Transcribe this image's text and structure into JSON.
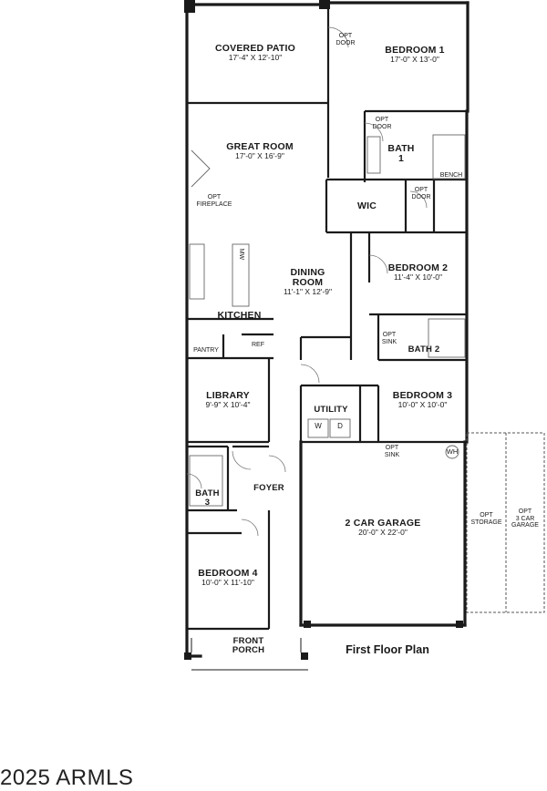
{
  "plan_title": "First Floor Plan",
  "watermark": "2025 ARMLS",
  "rooms": {
    "covered_patio": {
      "name": "COVERED PATIO",
      "dims": "17'-4\" X 12'-10\""
    },
    "bedroom1": {
      "name": "BEDROOM 1",
      "dims": "17'-0\" X 13'-0\""
    },
    "great_room": {
      "name": "GREAT ROOM",
      "dims": "17'-0\" X 16'-9\""
    },
    "bath1": {
      "name": "BATH",
      "num": "1"
    },
    "wic": {
      "name": "WIC"
    },
    "bedroom2": {
      "name": "BEDROOM 2",
      "dims": "11'-4\" X 10'-0\""
    },
    "dining": {
      "name1": "DINING",
      "name2": "ROOM",
      "dims": "11'-1\" X 12'-9\""
    },
    "kitchen": {
      "name": "KITCHEN"
    },
    "pantry": {
      "name": "PANTRY"
    },
    "refrigerator": {
      "name": "REF"
    },
    "bath2": {
      "name": "BATH 2"
    },
    "library": {
      "name": "LIBRARY",
      "dims": "9'-9\" X 10'-4\""
    },
    "utility": {
      "name": "UTILITY",
      "washer": "W",
      "dryer": "D"
    },
    "bedroom3": {
      "name": "BEDROOM 3",
      "dims": "10'-0\" X 10'-0\""
    },
    "foyer": {
      "name": "FOYER"
    },
    "bath3": {
      "name": "BATH",
      "num": "3"
    },
    "garage": {
      "name": "2 CAR GARAGE",
      "dims": "20'-0\" X 22'-0\""
    },
    "water_heater": {
      "name": "WH"
    },
    "bedroom4": {
      "name": "BEDROOM 4",
      "dims": "10'-0\" X 11'-10\""
    },
    "front_porch": {
      "name1": "FRONT",
      "name2": "PORCH"
    },
    "opt_storage": {
      "line1": "OPT",
      "line2": "STORAGE"
    },
    "opt_3car": {
      "line1": "OPT",
      "line2": "3 CAR",
      "line3": "GARAGE"
    }
  },
  "options": {
    "opt": "OPT",
    "door": "DOOR",
    "fireplace": "FIREPLACE",
    "sink": "SINK",
    "bench": "BENCH",
    "mw": "MW"
  }
}
